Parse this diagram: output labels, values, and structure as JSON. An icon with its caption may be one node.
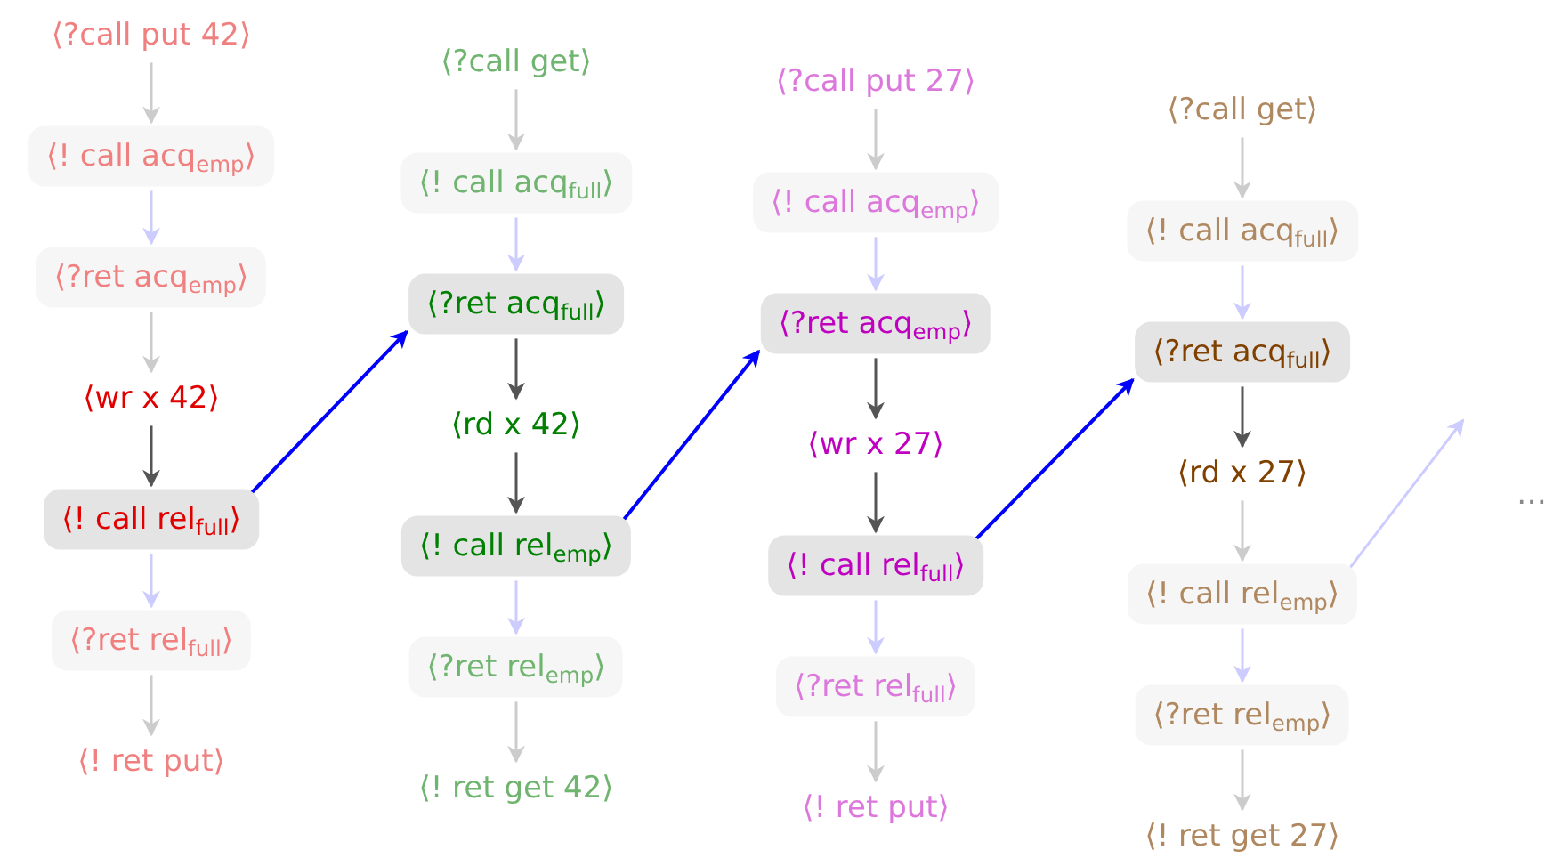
{
  "diagram": {
    "nodes": [
      {
        "text": [
          "⟨?call put 42⟩"
        ]
      },
      {
        "text": [
          "⟨! call acq$_{emp}$⟩"
        ]
      },
      {
        "text": [
          "⟨?ret acq$_{emp}$⟩"
        ]
      },
      {
        "text": [
          "⟨wr x 42⟩"
        ]
      },
      {
        "text": [
          "⟨! call rel$_{full}$⟩"
        ]
      },
      {
        "text": [
          "⟨?ret rel$_{full}$⟩"
        ]
      },
      {
        "text": [
          "⟨! ret put⟩"
        ]
      },
      {
        "text": [
          "⟨?call get⟩"
        ]
      },
      {
        "text": [
          "⟨! call acq$_{full}$⟩"
        ]
      },
      {
        "text": [
          "⟨?ret acq$_{full}$⟩"
        ]
      },
      {
        "text": [
          "⟨rd x 42⟩"
        ]
      },
      {
        "text": [
          "⟨! call rel$_{emp}$⟩"
        ]
      },
      {
        "text": [
          "⟨?ret rel$_{emp}$⟩"
        ]
      },
      {
        "text": [
          "⟨! ret get 42⟩"
        ]
      },
      {
        "text": [
          "⟨?call put 27⟩"
        ]
      },
      {
        "text": [
          "⟨! call acq$_{emp}$⟩"
        ]
      },
      {
        "text": [
          "⟨?ret acq$_{emp}$⟩"
        ]
      },
      {
        "text": [
          "⟨wr x 27⟩"
        ]
      },
      {
        "text": [
          "⟨! call rel$_{full}$⟩"
        ]
      },
      {
        "text": [
          "⟨?ret rel$_{full}$⟩"
        ]
      },
      {
        "text": [
          "⟨! ret put⟩"
        ]
      },
      {
        "text": [
          "⟨?call get⟩"
        ]
      },
      {
        "text": [
          "⟨! call acq$_{full}$⟩"
        ]
      },
      {
        "text": [
          "⟨?ret acq$_{full}$⟩"
        ]
      },
      {
        "text": [
          "⟨rd x 27⟩"
        ]
      },
      {
        "text": [
          "⟨! call rel$_{emp}$⟩"
        ]
      },
      {
        "text": [
          "⟨?ret rel$_{emp}$⟩"
        ]
      },
      {
        "text": [
          "⟨! ret get 27⟩"
        ]
      }
    ],
    "edges": [
      {
        "from": 0,
        "to": 1,
        "arrow": "to"
      },
      {
        "from": 1,
        "to": 2,
        "arrow": "to",
        "color": "#ccccff"
      },
      {
        "from": 2,
        "to": 3,
        "arrow": "to"
      },
      {
        "from": 3,
        "to": 4,
        "arrow": "to",
        "color": "#555555"
      },
      {
        "from": 4,
        "to": 5,
        "arrow": "to",
        "color": "#ccccff"
      },
      {
        "from": 5,
        "to": 6,
        "arrow": "to"
      },
      {
        "from": 7,
        "to": 8,
        "arrow": "to"
      },
      {
        "from": 8,
        "to": 9,
        "arrow": "to",
        "color": "#ccccff"
      },
      {
        "from": 9,
        "to": 10,
        "arrow": "to",
        "color": "#555555"
      },
      {
        "from": 10,
        "to": 11,
        "arrow": "to",
        "color": "#555555"
      },
      {
        "from": 11,
        "to": 12,
        "arrow": "to",
        "color": "#ccccff"
      },
      {
        "from": 12,
        "to": 13,
        "arrow": "to"
      },
      {
        "from": 14,
        "to": 15,
        "arrow": "to"
      },
      {
        "from": 15,
        "to": 16,
        "arrow": "to",
        "color": "#ccccff"
      },
      {
        "from": 16,
        "to": 17,
        "arrow": "to",
        "color": "#555555"
      },
      {
        "from": 17,
        "to": 18,
        "arrow": "to",
        "color": "#555555"
      },
      {
        "from": 18,
        "to": 19,
        "arrow": "to",
        "color": "#ccccff"
      },
      {
        "from": 19,
        "to": 20,
        "arrow": "to"
      },
      {
        "from": 21,
        "to": 22,
        "arrow": "to"
      },
      {
        "from": 22,
        "to": 23,
        "arrow": "to",
        "color": "#ccccff"
      },
      {
        "from": 23,
        "to": 24,
        "arrow": "to",
        "color": "#555555"
      },
      {
        "from": 24,
        "to": 25,
        "arrow": "to"
      },
      {
        "from": 25,
        "to": 26,
        "arrow": "to",
        "color": "#ccccff"
      },
      {
        "from": 26,
        "to": 27,
        "arrow": "to"
      },
      {
        "from": 4,
        "to": 9,
        "arrow": "to",
        "color": "#0000ff"
      },
      {
        "from": 11,
        "to": 16,
        "arrow": "to",
        "color": "#0000ff"
      },
      {
        "from": 18,
        "to": 23,
        "arrow": "to",
        "color": "#0000ff"
      },
      {
        "from": 25,
        "to": null,
        "arrow": "to",
        "color": "#ccccff"
      }
    ],
    "labels": [
      "…"
    ]
  }
}
